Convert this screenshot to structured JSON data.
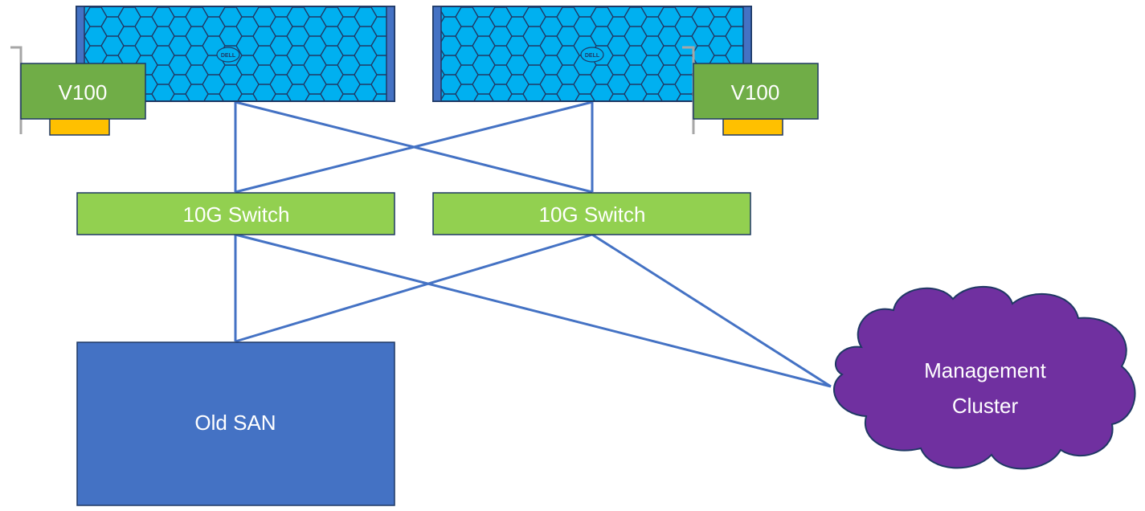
{
  "servers": [
    {
      "id": "server-left",
      "logo": "DELL"
    },
    {
      "id": "server-right",
      "logo": "DELL"
    }
  ],
  "gpu_cards": [
    {
      "id": "gpu-left",
      "label": "V100"
    },
    {
      "id": "gpu-right",
      "label": "V100"
    }
  ],
  "switches": [
    {
      "id": "switch-left",
      "label": "10G Switch"
    },
    {
      "id": "switch-right",
      "label": "10G Switch"
    }
  ],
  "storage": {
    "label": "Old SAN"
  },
  "cloud": {
    "line1": "Management",
    "line2": "Cluster"
  },
  "colors": {
    "server_body": "#00b0f0",
    "server_pattern": "#1f3864",
    "server_cap": "#4472c4",
    "gpu_card": "#70ad47",
    "gpu_connector": "#ffc000",
    "switch": "#92d050",
    "san": "#4472c4",
    "cloud": "#7030a0",
    "link": "#4472c4",
    "bracket": "#a6a6a6"
  }
}
